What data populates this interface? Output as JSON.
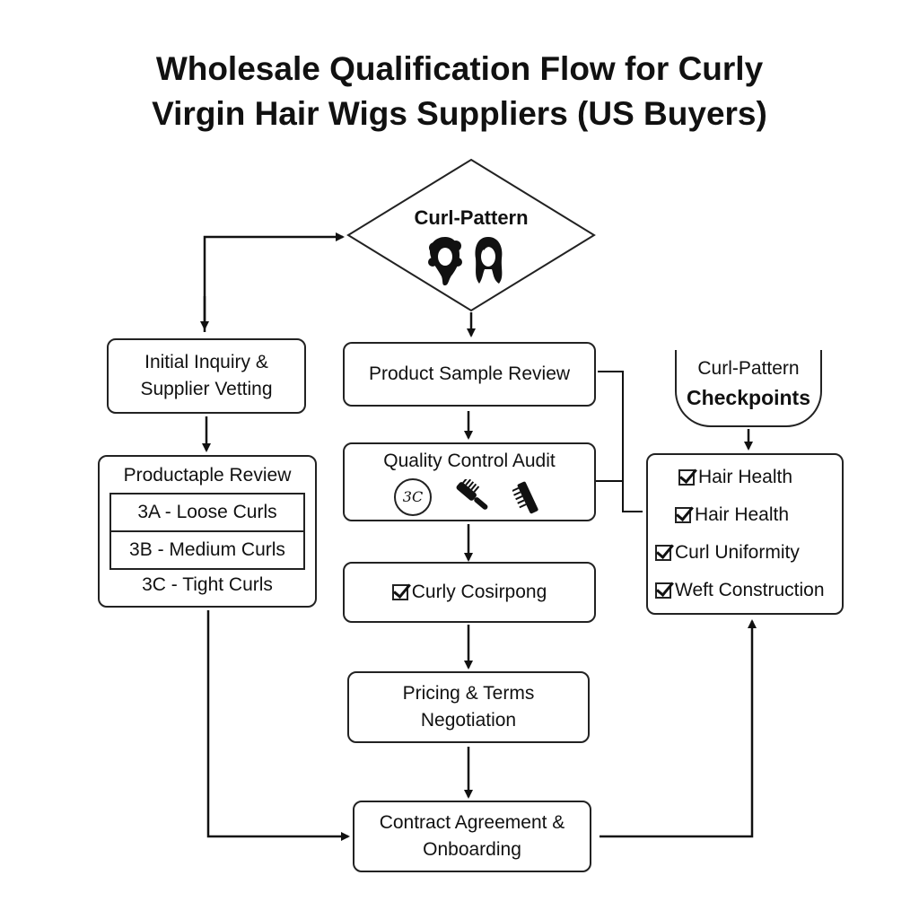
{
  "title": {
    "line1": "Wholesale Qualification Flow for Curly",
    "line2": "Virgin Hair Wigs Suppliers (US Buyers)"
  },
  "decision": {
    "label": "Curl-Pattern",
    "icons": [
      "curly-hair-head-icon",
      "wavy-hair-head-icon"
    ]
  },
  "left_column": {
    "inquiry": {
      "line1": "Initial Inquiry &",
      "line2": "Supplier Vetting"
    },
    "review": {
      "title": "Productaple Review",
      "variants": [
        "3A - Loose Curls",
        "3B - Medium Curls",
        "3C - Tight Curls"
      ]
    }
  },
  "center_column": {
    "sample_review": "Product Sample Review",
    "qc_audit": {
      "label": "Quality Control Audit",
      "badge": "3C",
      "icons": [
        "brush-icon",
        "comb-icon"
      ]
    },
    "curly_check": "Curly Cosirpong",
    "pricing": {
      "line1": "Pricing & Terms",
      "line2": "Negotiation"
    },
    "contract": {
      "line1": "Contract Agreement &",
      "line2": "Onboarding"
    }
  },
  "checkpoints": {
    "title_line1": "Curl-Pattern",
    "title_line2": "Checkpoints",
    "items": [
      "Hair Health",
      "Hair Health",
      "Curl Uniformity",
      "Weft Construction"
    ]
  },
  "colors": {
    "stroke": "#222222",
    "text": "#111111",
    "background": "#ffffff"
  }
}
